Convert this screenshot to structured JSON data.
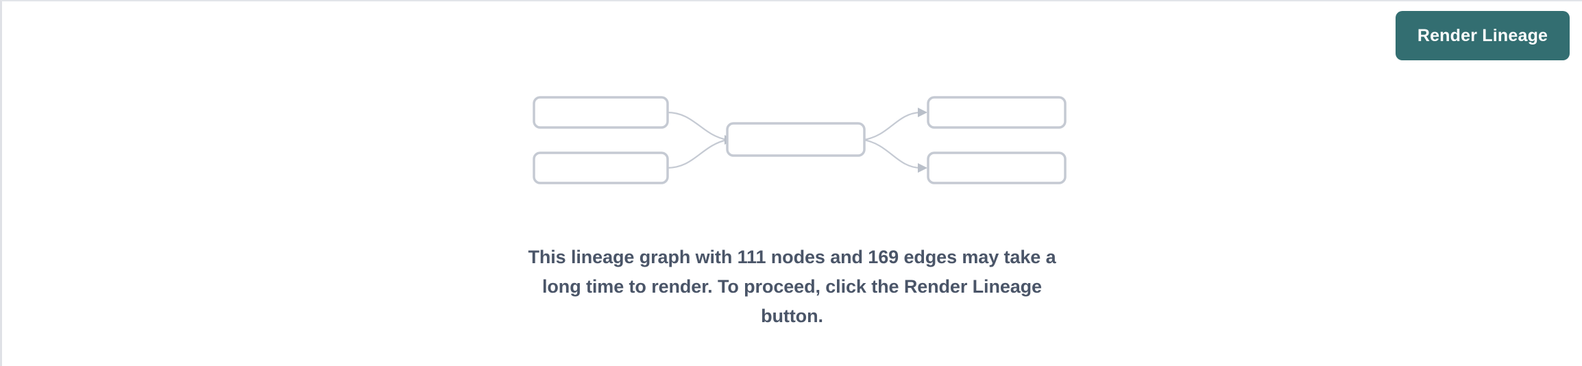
{
  "panel": {
    "background_color": "#ffffff",
    "border_color": "#e2e4e9"
  },
  "toolbar": {
    "render_lineage_label": "Render Lineage",
    "render_lineage_color": "#336e71",
    "render_lineage_text_color": "#ffffff"
  },
  "placeholder_graph": {
    "node_stroke_color": "#c5cad3",
    "node_fill_color": "#ffffff",
    "edge_color": "#c5cad3",
    "nodes": [
      {
        "id": "left-top",
        "label": ""
      },
      {
        "id": "left-bottom",
        "label": ""
      },
      {
        "id": "center",
        "label": ""
      },
      {
        "id": "right-top",
        "label": ""
      },
      {
        "id": "right-bottom",
        "label": ""
      }
    ],
    "edges": [
      {
        "from": "left-top",
        "to": "center"
      },
      {
        "from": "left-bottom",
        "to": "center"
      },
      {
        "from": "center",
        "to": "right-top"
      },
      {
        "from": "center",
        "to": "right-bottom"
      }
    ]
  },
  "message": {
    "text": "This lineage graph with 111 nodes and 169 edges may take a long time to render. To proceed, click the Render Lineage button.",
    "node_count": 111,
    "edge_count": 169,
    "text_color": "#4a5568"
  }
}
